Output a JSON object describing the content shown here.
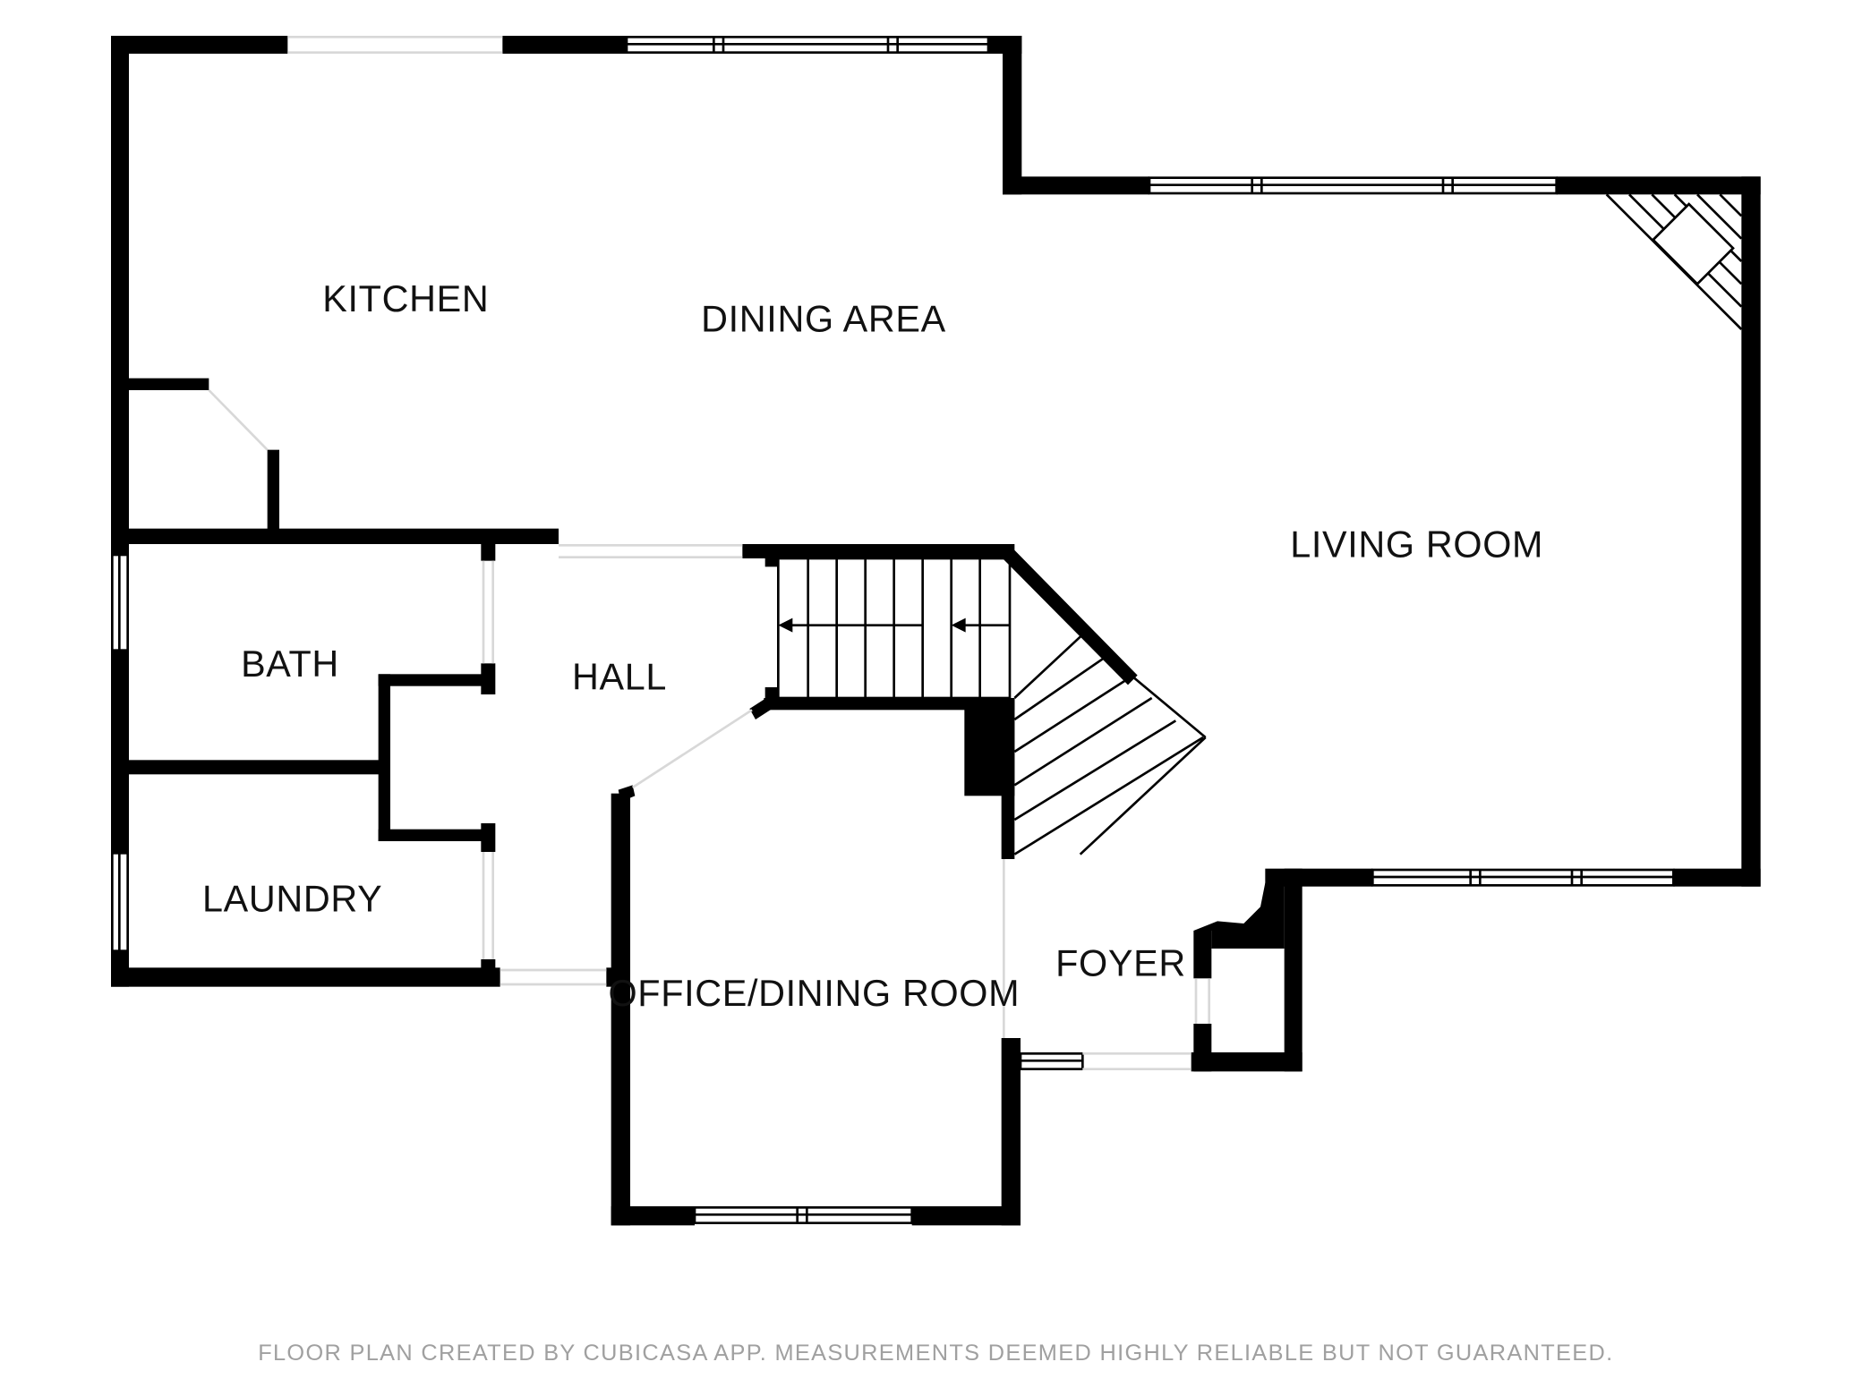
{
  "plan": {
    "rooms": {
      "kitchen": "KITCHEN",
      "dining_area": "DINING AREA",
      "living_room": "LIVING ROOM",
      "bath": "BATH",
      "hall": "HALL",
      "laundry": "LAUNDRY",
      "office_dining_room": "OFFICE/DINING ROOM",
      "foyer": "FOYER"
    },
    "disclaimer": "FLOOR PLAN CREATED BY CUBICASA APP. MEASUREMENTS DEEMED HIGHLY RELIABLE BUT NOT GUARANTEED."
  },
  "colors": {
    "wall": "#000000",
    "background": "#ffffff",
    "label": "#111111",
    "disclaimer": "#a0a0a0"
  }
}
